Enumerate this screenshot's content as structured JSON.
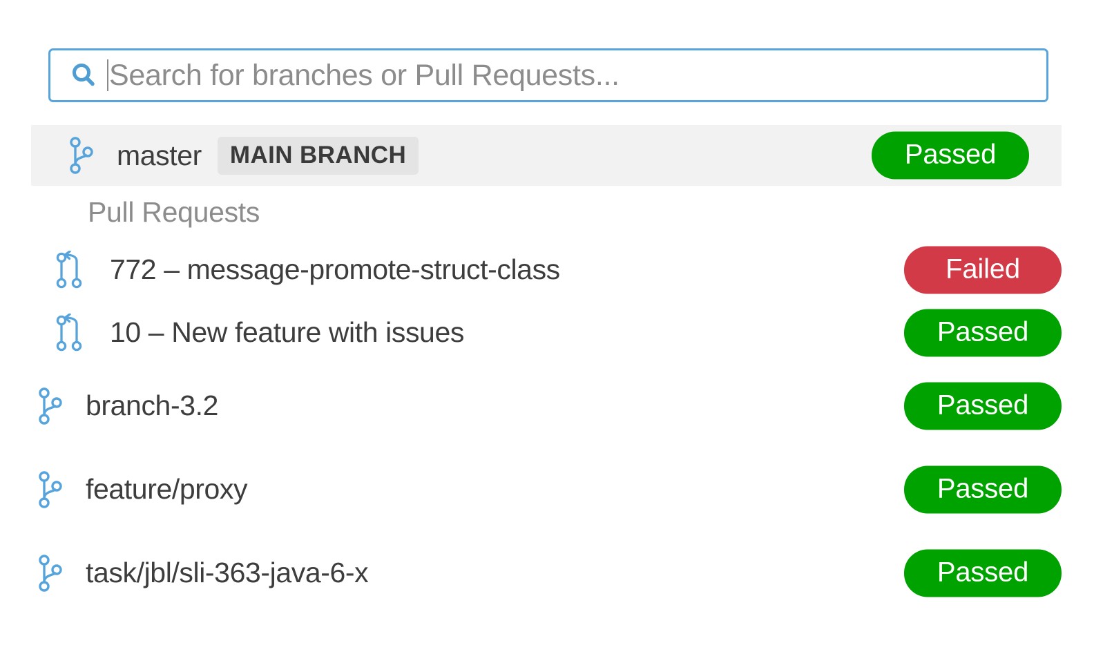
{
  "search": {
    "icon": "search-icon",
    "placeholder": "Search for branches or Pull Requests...",
    "value": "",
    "focused": true,
    "border_color": "#58a5dd"
  },
  "colors": {
    "accent_blue": "#58a5dd",
    "passed_green": "#00a200",
    "failed_red": "#d23a48",
    "selected_row_bg": "#f2f2f2",
    "tag_bg": "#e4e4e4",
    "text_primary": "#3d3d3d",
    "text_muted": "#8c8c8c"
  },
  "main_branch": {
    "icon": "git-branch-icon",
    "name": "master",
    "tag": "MAIN BRANCH",
    "status": "Passed",
    "status_type": "passed",
    "selected": true
  },
  "pull_requests_section": {
    "header": "Pull Requests",
    "items": [
      {
        "icon": "pull-request-icon",
        "label": "772 – message-promote-struct-class",
        "number": "772",
        "title": "message-promote-struct-class",
        "status": "Failed",
        "status_type": "failed"
      },
      {
        "icon": "pull-request-icon",
        "label": "10 – New feature with issues",
        "number": "10",
        "title": "New feature with issues",
        "status": "Passed",
        "status_type": "passed"
      }
    ]
  },
  "branches": [
    {
      "icon": "git-branch-icon",
      "name": "branch-3.2",
      "status": "Passed",
      "status_type": "passed"
    },
    {
      "icon": "git-branch-icon",
      "name": "feature/proxy",
      "status": "Passed",
      "status_type": "passed"
    },
    {
      "icon": "git-branch-icon",
      "name": "task/jbl/sli-363-java-6-x",
      "status": "Passed",
      "status_type": "passed"
    }
  ]
}
